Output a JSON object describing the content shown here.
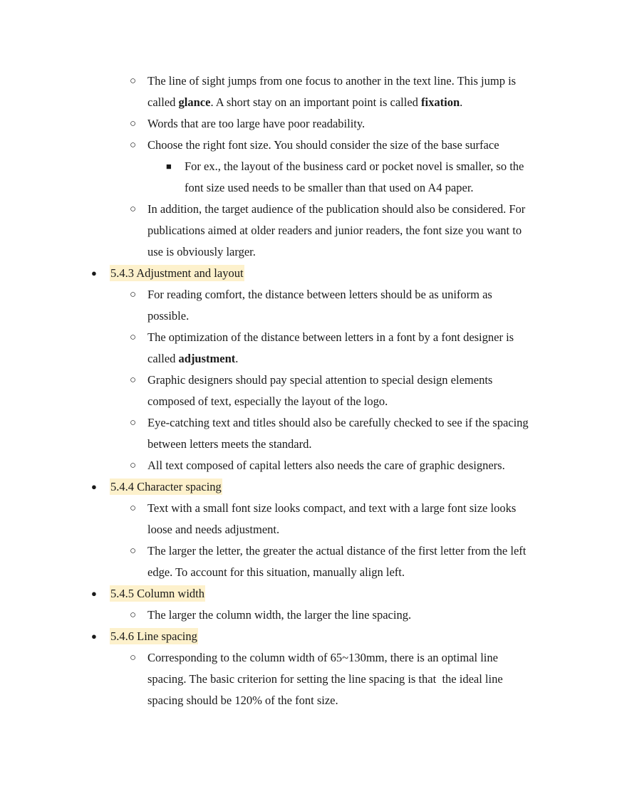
{
  "bullet_glyphs": {
    "filled": "●",
    "hollow": "○",
    "square": "■"
  },
  "items": {
    "glance_1": "The line of sight jumps from one focus to another in the text line. This jump is",
    "glance_2a": "called ",
    "glance_bold1": "glance",
    "glance_2b": ". A short stay on an important point is called ",
    "glance_bold2": "fixation",
    "glance_2c": ".",
    "large_words": "Words that are too large have poor readability.",
    "font_size": "Choose the right font size. You should consider the size of the base surface",
    "example_1": "For ex., the layout of the business card or pocket novel is smaller, so the",
    "example_2": "font size used needs to be smaller than that used on A4 paper.",
    "audience_1": "In addition, the target audience of the publication should also be considered. For",
    "audience_2": "publications aimed at older readers and junior readers, the font size you want to",
    "audience_3": "use is obviously larger.",
    "sec_543": "5.4.3 Adjustment and layout",
    "comfort_1": "For reading comfort, the distance between letters should be as uniform as",
    "comfort_2": "possible.",
    "optimization_1": "The optimization of the distance between letters in a font by a font designer is",
    "optimization_2a": "called ",
    "optimization_bold": "adjustment",
    "optimization_2b": ".",
    "graphic_1": "Graphic designers should pay special attention to special design elements",
    "graphic_2": "composed of text, especially the layout of the logo.",
    "eye_1": "Eye-catching text and titles should also be carefully checked to see if the spacing",
    "eye_2": "between letters meets the standard.",
    "capitals": "All text composed of capital letters also needs the care of graphic designers.",
    "sec_544": "5.4.4 Character spacing",
    "small_1": "Text with a small font size looks compact, and text with a large font size looks",
    "small_2": "loose and needs adjustment.",
    "larger_1": "The larger the letter, the greater the actual distance of the first letter from the left",
    "larger_2": "edge. To account for this situation, manually align left.",
    "sec_545": "5.4.5 Column width",
    "column": "The larger the column width, the larger the line spacing.",
    "sec_546": "5.4.6 Line spacing",
    "corr_1": "Corresponding to the column width of 65~130mm, there is an optimal line",
    "corr_2": "spacing. The basic criterion for setting the line spacing is that  the ideal line",
    "corr_3": "spacing should be 120% of the font size."
  }
}
